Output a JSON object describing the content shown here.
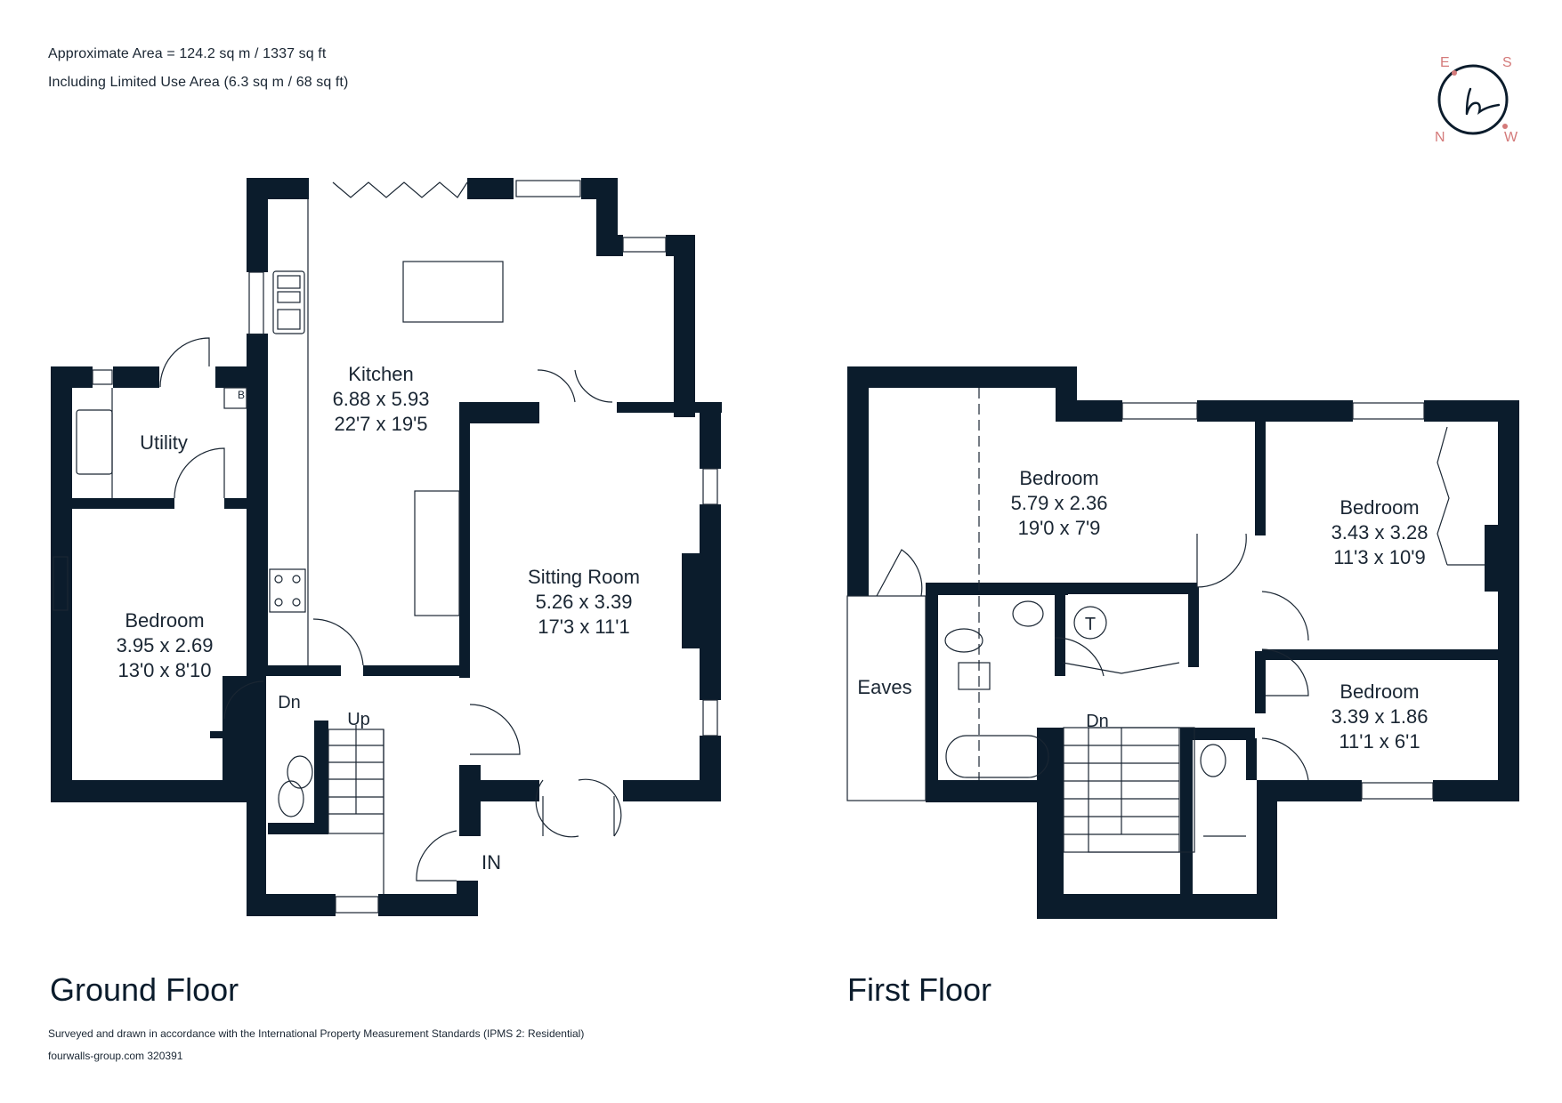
{
  "header": {
    "area_line": "Approximate Area = 124.2 sq m / 1337 sq ft",
    "limited_use_line": "Including Limited Use Area (6.3 sq m / 68 sq ft)"
  },
  "compass": {
    "letters": {
      "top_left": "E",
      "top_right": "S",
      "bottom_left": "N",
      "bottom_right": "W"
    },
    "monogram": "h",
    "accent_color": "#d47a7a",
    "ring_color": "#0b1c2c"
  },
  "colors": {
    "wall": "#0b1c2c",
    "line": "#1a2633",
    "background": "#ffffff"
  },
  "ground_floor": {
    "title": "Ground Floor",
    "rooms": [
      {
        "name": "Kitchen",
        "metric": "6.88 x 5.93",
        "imperial": "22'7 x 19'5"
      },
      {
        "name": "Utility",
        "metric": "",
        "imperial": ""
      },
      {
        "name": "Bedroom",
        "metric": "3.95 x 2.69",
        "imperial": "13'0 x 8'10"
      },
      {
        "name": "Sitting Room",
        "metric": "5.26 x 3.39",
        "imperial": "17'3 x 11'1"
      }
    ],
    "markers": {
      "boiler": "B",
      "stairs_up": "Up",
      "stairs_down": "Dn",
      "entrance": "IN"
    }
  },
  "first_floor": {
    "title": "First Floor",
    "rooms": [
      {
        "name": "Bedroom",
        "metric": "5.79 x 2.36",
        "imperial": "19'0 x 7'9"
      },
      {
        "name": "Bedroom",
        "metric": "3.43 x 3.28",
        "imperial": "11'3 x 10'9"
      },
      {
        "name": "Bedroom",
        "metric": "3.39 x 1.86",
        "imperial": "11'1 x 6'1"
      },
      {
        "name": "Eaves",
        "metric": "",
        "imperial": ""
      }
    ],
    "markers": {
      "tank": "T",
      "stairs_down": "Dn"
    }
  },
  "footer": {
    "standards_note": "Surveyed and drawn in accordance with the International Property Measurement Standards (IPMS 2: Residential)",
    "reference": "fourwalls-group.com 320391"
  }
}
